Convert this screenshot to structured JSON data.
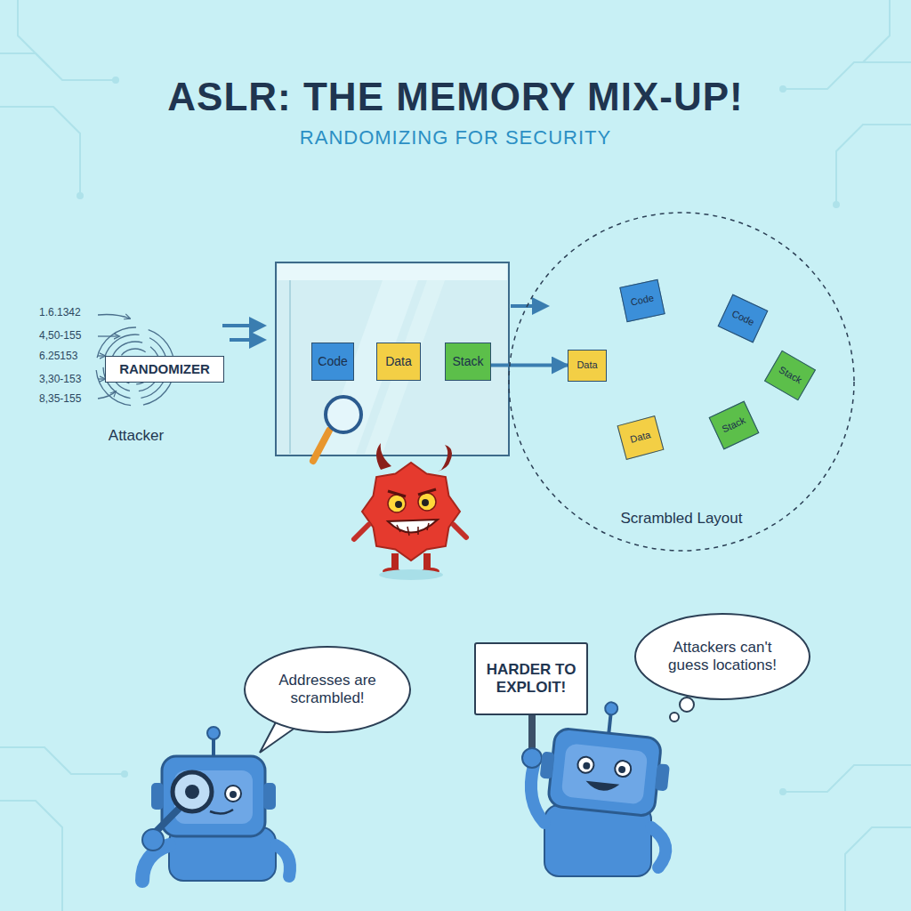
{
  "diagram": {
    "title": "ASLR: THE MEMORY MIX-UP!",
    "nodes": [
      {
        "text": [
          "RANDOMIZER"
        ]
      },
      {
        "text": [
          "Code"
        ]
      },
      {
        "text": [
          "Data"
        ]
      },
      {
        "text": [
          "Stack"
        ]
      },
      {
        "text": [
          "Scrambled Layout"
        ]
      },
      {
        "text": [
          "Code"
        ],
        "in": 4
      },
      {
        "text": [
          "Code"
        ],
        "in": 4
      },
      {
        "text": [
          "Data"
        ],
        "in": 4
      },
      {
        "text": [
          "Stack"
        ],
        "in": 4
      },
      {
        "text": [
          "Stack"
        ],
        "in": 4
      },
      {
        "text": [
          "Data"
        ],
        "in": 4
      },
      {
        "text": [
          "Addresses are scrambled!"
        ]
      },
      {
        "text": [
          "HARDER TO EXPLOIT!"
        ]
      },
      {
        "text": [
          "Attackers can't guess locations!"
        ]
      }
    ],
    "edges": [
      {
        "from": 3,
        "to": 7,
        "arrow": "to"
      }
    ],
    "labels": [
      "RANDOMIZING FOR SECURITY",
      "1.6.1342",
      "4,50-155",
      "6.25153",
      "3,30-153",
      "8,35-155",
      "Attacker"
    ]
  }
}
